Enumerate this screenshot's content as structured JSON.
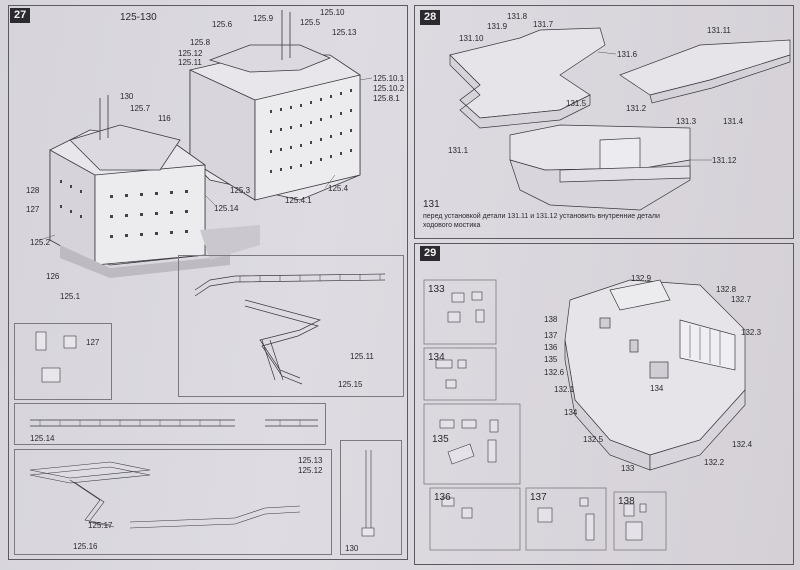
{
  "sheet": {
    "steps": {
      "s27": "27",
      "s28": "28",
      "s29": "29"
    },
    "step27": {
      "range": "125-130",
      "labels": {
        "l130": "130",
        "l125_7": "125.7",
        "l116": "116",
        "l125_6": "125.6",
        "l125_9": "125.9",
        "l125_10": "125.10",
        "l125_5": "125.5",
        "l125_13": "125.13",
        "l125_8": "125.8",
        "l125_12": "125.12",
        "l125_11a": "125.11",
        "l125_10_1": "125.10.1",
        "l125_10_2": "125.10.2",
        "l125_8_1": "125.8.1",
        "l128": "128",
        "l127": "127",
        "l125_2": "125.2",
        "l126": "126",
        "l125_1": "125.1",
        "l125_14a": "125.14",
        "l125_3": "125.3",
        "l125_4_1": "125.4.1",
        "l125_4": "125.4",
        "l125_11b": "125.11",
        "l125_15": "125.15",
        "l127b": "127",
        "l125_14b": "125.14",
        "l125_13b": "125.13",
        "l125_12b": "125.12",
        "l125_17": "125.17",
        "l125_16": "125.16",
        "l130b": "130"
      }
    },
    "step28": {
      "labels": {
        "l131_8": "131.8",
        "l131_9": "131.9",
        "l131_7": "131.7",
        "l131_10": "131.10",
        "l131_6": "131.6",
        "l131_11": "131.11",
        "l131_5": "131.5",
        "l131_2": "131.2",
        "l131_3": "131.3",
        "l131_4": "131.4",
        "l131_1": "131.1",
        "l131_12": "131.12",
        "l131": "131"
      },
      "note": "перед установкой детали 131.11 и 131.12 установить внутренние детали ходового мостика"
    },
    "step29": {
      "labels": {
        "l132_9": "132.9",
        "l132_8": "132.8",
        "l132_7": "132.7",
        "l133": "133",
        "l138": "138",
        "l137": "137",
        "l136": "136",
        "l135": "135",
        "l132_6": "132.6",
        "l132_3": "132.3",
        "l134": "134",
        "l132_1": "132.1",
        "l134b": "134",
        "l132_5": "132.5",
        "l132_4": "132.4",
        "l132_2": "132.2",
        "l133b": "133",
        "l135b": "135",
        "l136b": "136",
        "l137b": "137",
        "l138b": "138"
      }
    }
  }
}
